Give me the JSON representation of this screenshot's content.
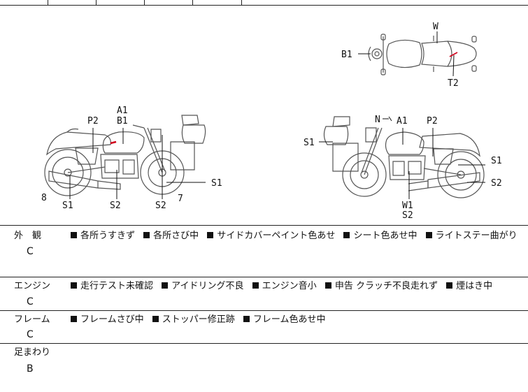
{
  "diagram_labels": {
    "top_view": {
      "b1": "B1",
      "w": "W",
      "t2": "T2"
    },
    "left_side": {
      "a1": "A1",
      "b1": "B1",
      "p2": "P2",
      "s1_right": "S1",
      "seven": "7",
      "eight": "8",
      "s1": "S1",
      "s2_mid": "S2",
      "s2_rear": "S2"
    },
    "right_side": {
      "n": "N",
      "a1": "A1",
      "p2": "P2",
      "s1_left": "S1",
      "s1_right": "S1",
      "s2_right": "S2",
      "w1": "W1",
      "s2_bottom": "S2"
    }
  },
  "sections": [
    {
      "category": "外　観",
      "grade": "C",
      "items": [
        "各所うすきず",
        "各所さび中",
        "サイドカバーペイント色あせ",
        "シート色あせ中",
        "ライトステー曲がり"
      ]
    },
    {
      "category": "エンジン",
      "grade": "C",
      "items": [
        "走行テスト未確認",
        "アイドリング不良",
        "エンジン音小",
        "申告 クラッチ不良走れず",
        "煙はき中"
      ]
    },
    {
      "category": "フレーム",
      "grade": "C",
      "items": [
        "フレームさび中",
        "ストッパー修正跡",
        "フレーム色あせ中"
      ]
    },
    {
      "category": "足まわり",
      "grade": "B",
      "items": []
    }
  ],
  "colors": {
    "line": "#222222",
    "damage_mark": "#d0021b"
  }
}
